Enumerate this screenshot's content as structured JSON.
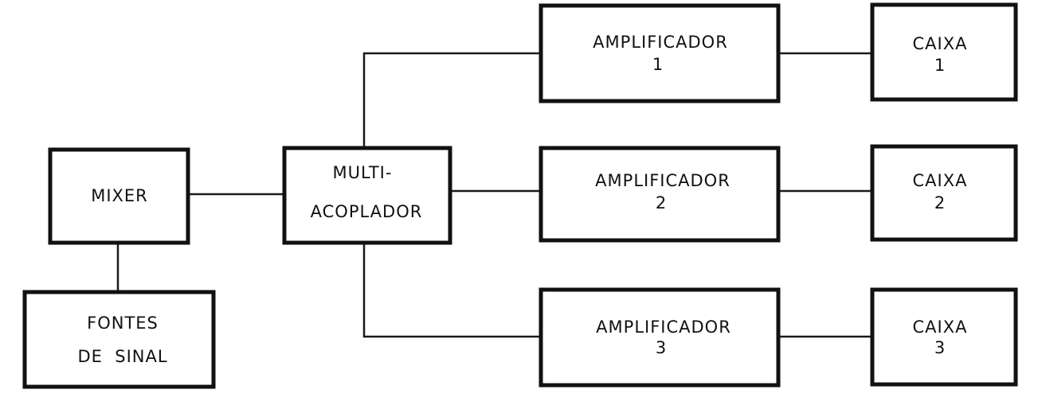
{
  "diagram": {
    "mixer": {
      "line1": "MIXER"
    },
    "fontes": {
      "line1": "FONTES",
      "line2": "DE  SINAL"
    },
    "multi": {
      "line1": "MULTI-",
      "line2": "ACOPLADOR"
    },
    "amplificadores": [
      {
        "line1": "AMPLIFICADOR",
        "line2": "1"
      },
      {
        "line1": "AMPLIFICADOR",
        "line2": "2"
      },
      {
        "line1": "AMPLIFICADOR",
        "line2": "3"
      }
    ],
    "caixas": [
      {
        "line1": "CAIXA",
        "line2": "1"
      },
      {
        "line1": "CAIXA",
        "line2": "2"
      },
      {
        "line1": "CAIXA",
        "line2": "3"
      }
    ]
  }
}
